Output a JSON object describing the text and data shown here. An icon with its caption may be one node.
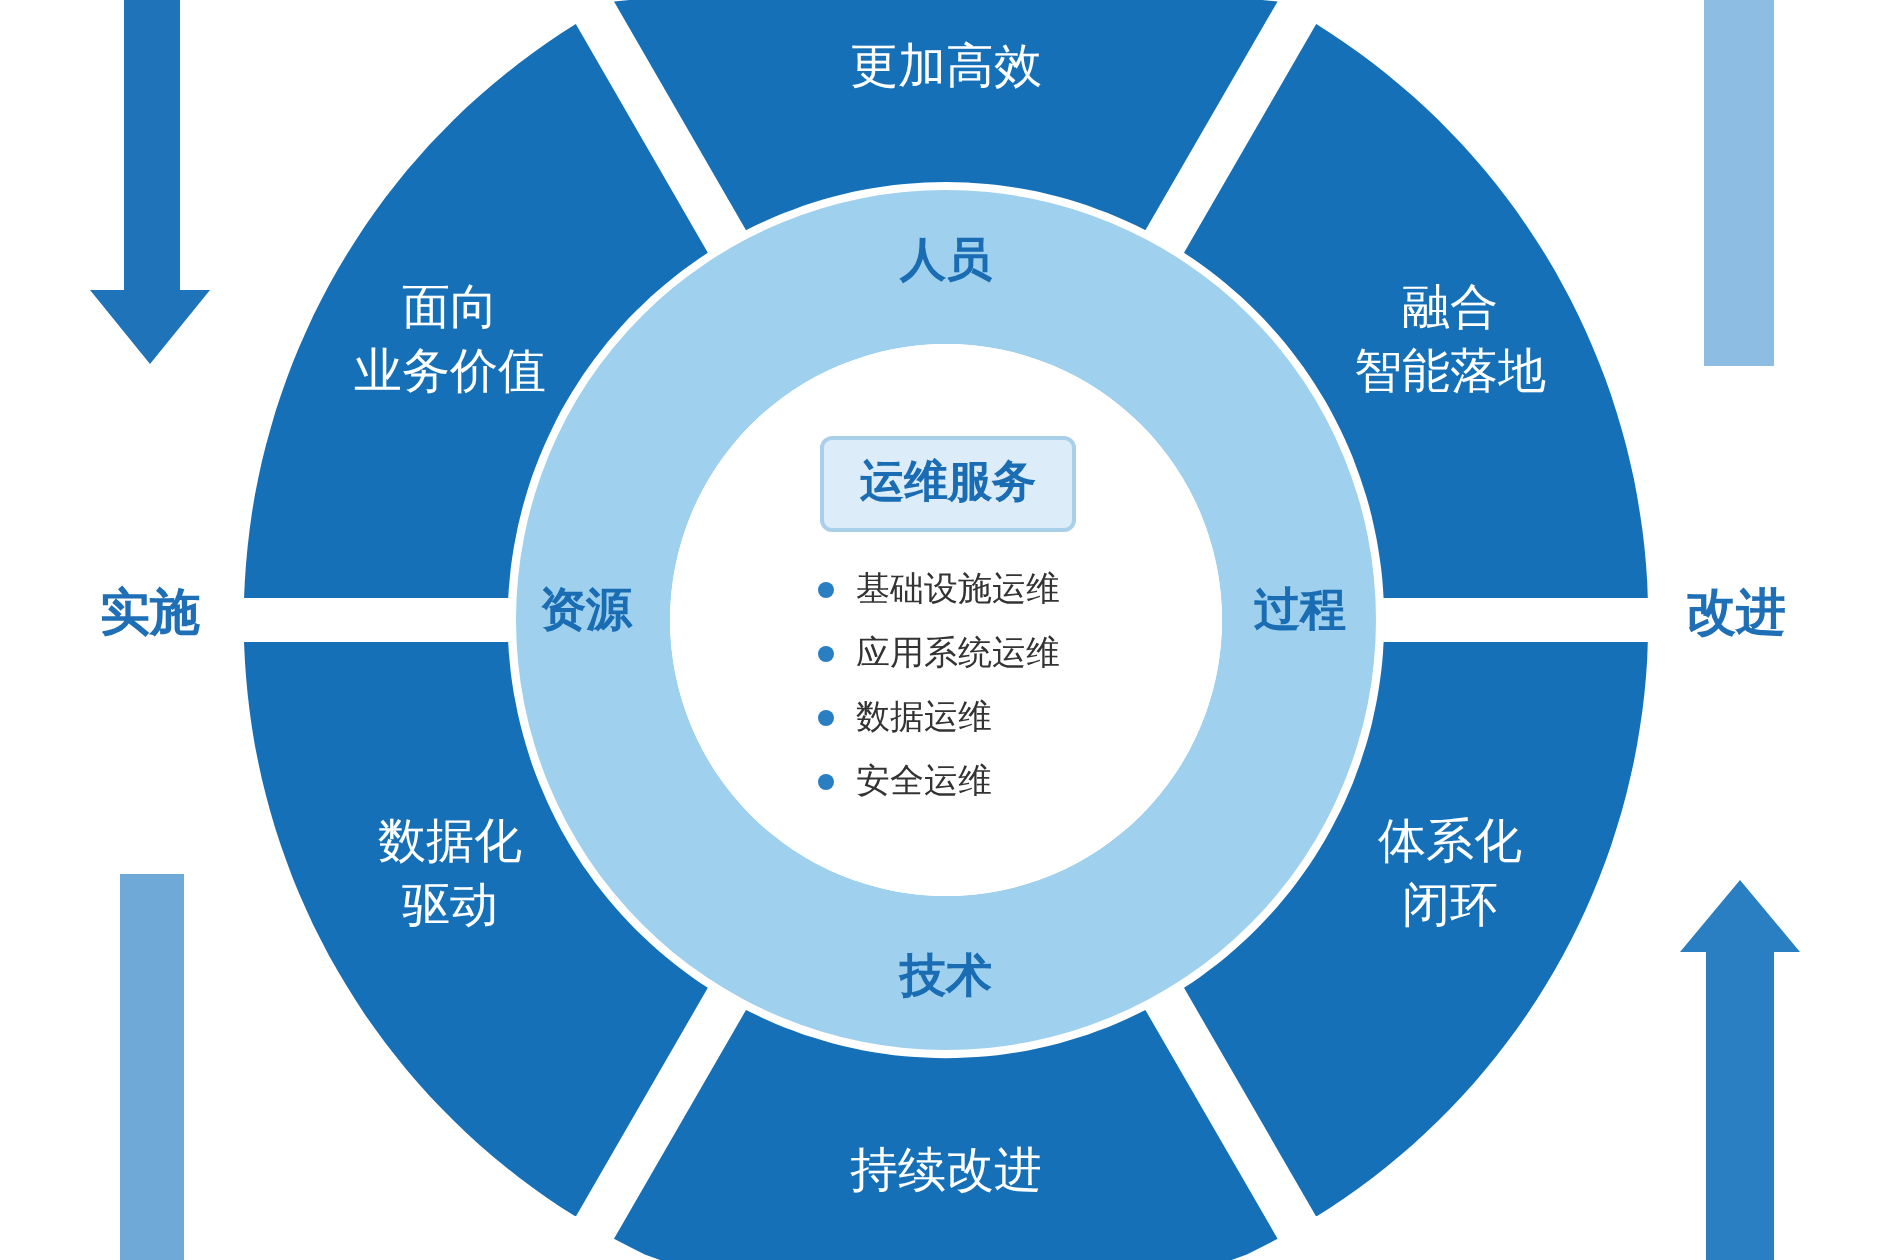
{
  "diagram": {
    "nodes": [
      {
        "text": [
          "更加高效"
        ]
      },
      {
        "text": [
          "面向业务价值"
        ]
      },
      {
        "text": [
          "融合智能落地"
        ]
      },
      {
        "text": [
          "数据化驱动"
        ]
      },
      {
        "text": [
          "体系化闭环"
        ]
      },
      {
        "text": [
          "持续改进"
        ]
      },
      {
        "text": [
          "人员",
          "资源",
          "过程",
          "技术"
        ]
      },
      {
        "text": [
          "基础设施运维",
          "应用系统运维",
          "数据运维",
          "安全运维"
        ],
        "in": 6
      },
      {
        "text": [
          "运维服务"
        ],
        "in": 7
      }
    ],
    "labels": [
      "实施",
      "改进"
    ]
  }
}
